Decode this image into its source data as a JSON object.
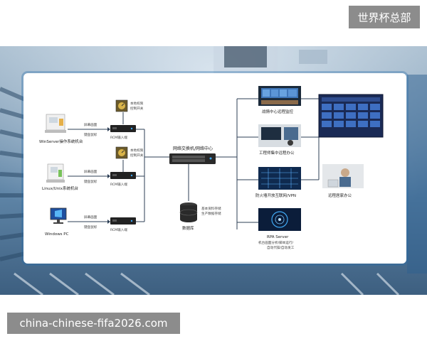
{
  "header": {
    "tag": "世界杯总部"
  },
  "footer": {
    "domain": "china-chinese-fifa2026.com"
  },
  "diagram": {
    "clients": [
      {
        "label": "WinServer操作系统机台",
        "screen": "屏幕画面",
        "keyboard": "键盘鼠标",
        "rcm": "RCM输入端"
      },
      {
        "label": "Linux/Unix系统机台",
        "screen": "屏幕画面",
        "keyboard": "键盘鼠标",
        "rcm": "RCM输入端"
      },
      {
        "label": "Windows PC",
        "screen": "屏幕画面",
        "keyboard": "键盘鼠标",
        "rcm": "RCM输入端"
      }
    ],
    "switch_label_1": "本地权限\n控制开关",
    "switch_label_2": "本地权限\n控制开关",
    "hub_label": "网络交换机/网络中心",
    "database": {
      "label": "数据库",
      "note": "基本资料存储\n生产数据存储"
    },
    "outputs": [
      {
        "label": "战情中心远程监控"
      },
      {
        "label": "工程师集中远程办公"
      },
      {
        "label": "防火墙开放互联网/VPN"
      },
      {
        "label": "RPA Server",
        "sub": "机台画面分析/脚本运行/\n自动代操/自动发工"
      }
    ],
    "remote": {
      "label": "远程居家办公"
    }
  }
}
